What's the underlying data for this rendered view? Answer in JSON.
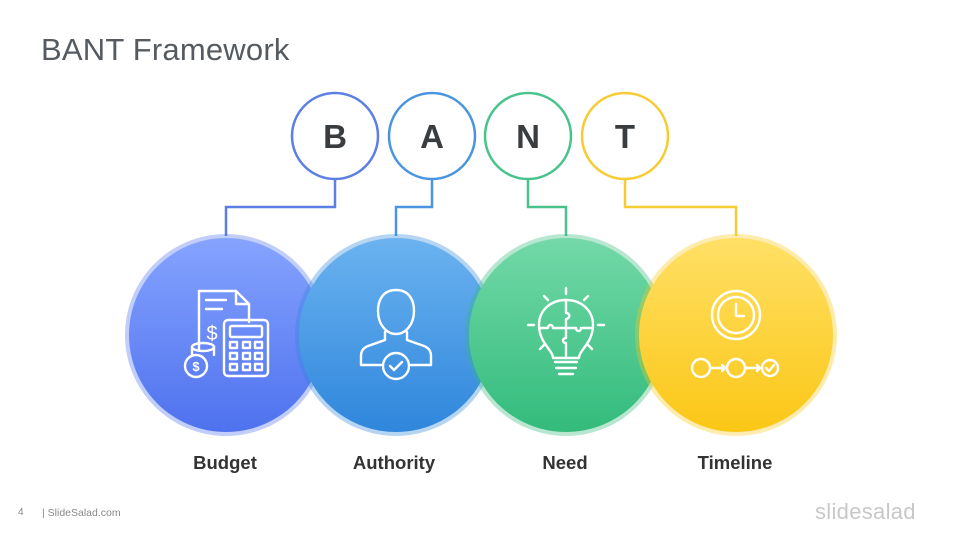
{
  "slide": {
    "title": "BANT Framework",
    "page_number": "4",
    "footer_text": "| SlideSalad.com",
    "logo_text": "slidesalad"
  },
  "framework": {
    "items": [
      {
        "letter": "B",
        "label": "Budget",
        "icon": "budget-calculator-icon",
        "color": "#5a7ff0",
        "light": "#86a3ff",
        "line": "#5b7fe3"
      },
      {
        "letter": "A",
        "label": "Authority",
        "icon": "authority-person-icon",
        "color": "#3b8fdf",
        "light": "#6bb3f0",
        "line": "#4a94e0"
      },
      {
        "letter": "N",
        "label": "Need",
        "icon": "need-lightbulb-icon",
        "color": "#3fc286",
        "light": "#73d9a8",
        "line": "#48c38b"
      },
      {
        "letter": "T",
        "label": "Timeline",
        "icon": "timeline-clock-icon",
        "color": "#fccb1e",
        "light": "#ffe066",
        "line": "#f6cb33"
      }
    ]
  }
}
